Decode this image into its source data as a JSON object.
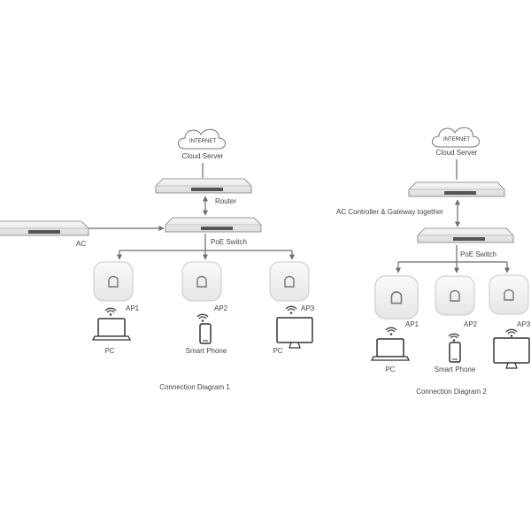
{
  "diagram1": {
    "cloud": {
      "top": "INTERNET",
      "label": "Cloud Server"
    },
    "router_label": "Router",
    "switch_label": "PoE Switch",
    "ac_label": "AC",
    "aps": [
      "AP1",
      "AP2",
      "AP3"
    ],
    "clients": [
      "PC",
      "Smart Phone",
      "PC"
    ],
    "caption": "Connection Diagram 1"
  },
  "diagram2": {
    "cloud": {
      "top": "INTERNET",
      "label": "Cloud Server"
    },
    "gateway_label": "AC Controller & Gateway together",
    "switch_label": "PoE Switch",
    "aps": [
      "AP1",
      "AP2",
      "AP3"
    ],
    "clients": [
      "PC",
      "Smart Phone"
    ],
    "caption": "Connection Diagram 2"
  },
  "colors": {
    "line": "#6b6b6b",
    "device_fill": "#f2f2f2",
    "device_stroke": "#8a8a8a",
    "text": "#444444"
  }
}
